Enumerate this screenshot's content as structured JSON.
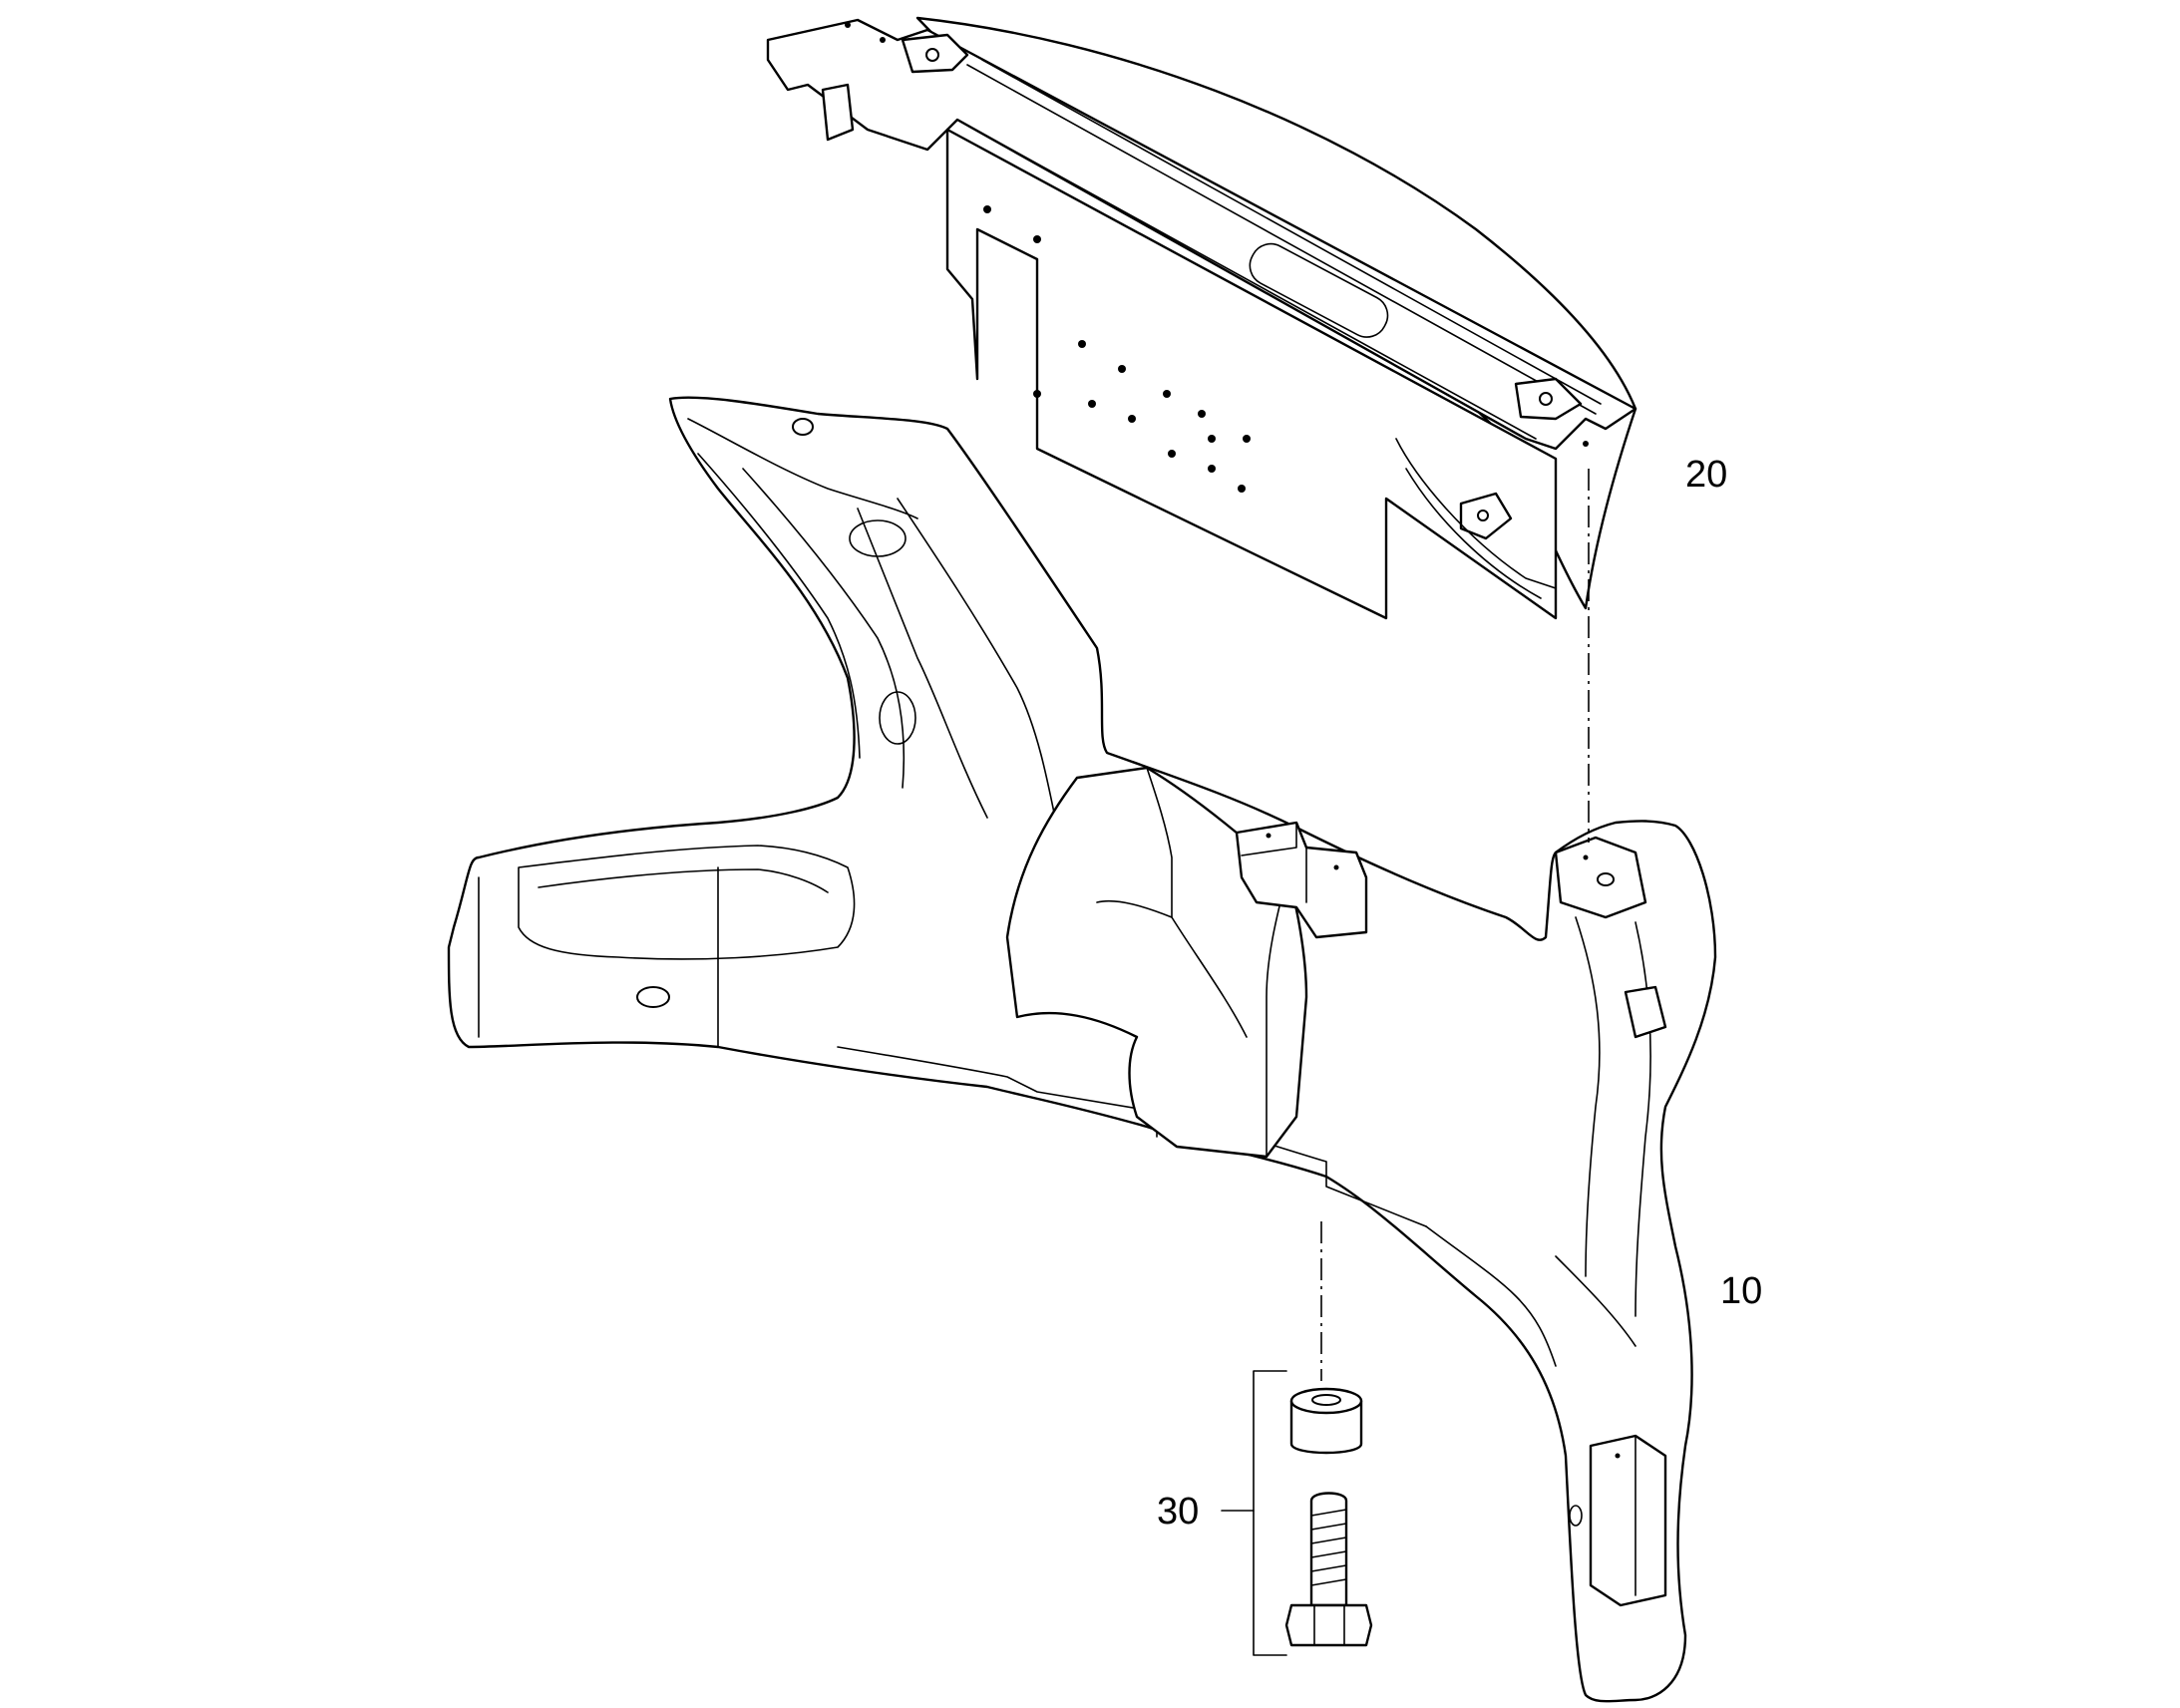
{
  "callouts": {
    "item_20": "20",
    "item_10": "10",
    "item_30": "30"
  },
  "colors": {
    "line": "#000000",
    "background": "#ffffff"
  }
}
